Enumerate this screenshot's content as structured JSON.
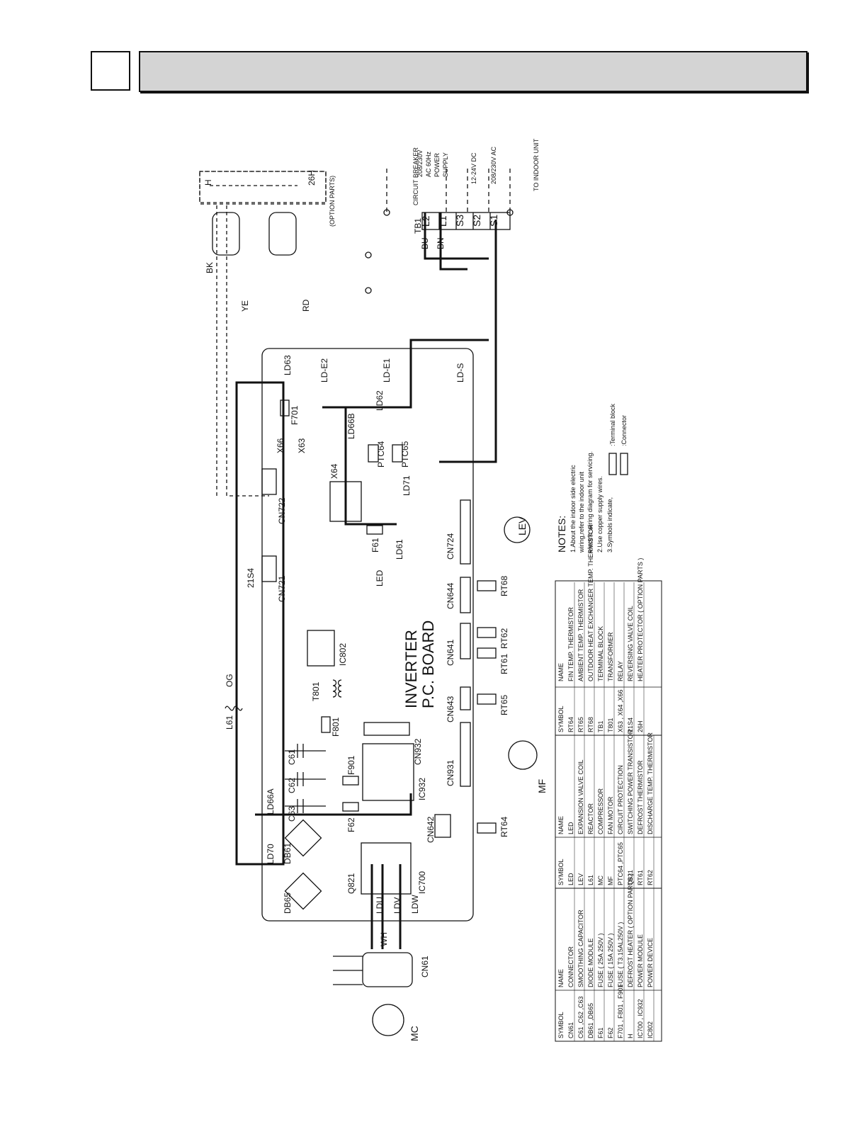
{
  "header": {
    "title": ""
  },
  "board": {
    "line1": "INVERTER",
    "line2": "P.C. BOARD"
  },
  "power": {
    "tb1": "TB1",
    "breaker": "CIRCUIT BREAKER",
    "supply_1": "208/230V",
    "supply_2": "AC 60Hz",
    "supply_3": "POWER",
    "supply_4": "SUPPLY",
    "to_indoor": "TO INDOOR UNIT",
    "dc": "12-24V DC",
    "ac": "208/230V AC",
    "terminals": [
      "L2",
      "L1",
      "S3",
      "S2",
      "S1"
    ]
  },
  "option_parts": "(OPTION PARTS)",
  "labels": {
    "ld63": "LD63",
    "ld62": "LD62",
    "ld66b": "LD66B",
    "ld71": "LD71",
    "ld61": "LD61",
    "lde2": "LD-E2",
    "lde1": "LD-E1",
    "lds": "LD-S",
    "ld66a": "LD66A",
    "ld70": "LD70",
    "ldu": "LDU",
    "ldv": "LDV",
    "ldw": "LDW",
    "f701": "F701",
    "f61": "F61",
    "f62": "F62",
    "f801": "F801",
    "f901": "F901",
    "x66": "X66",
    "x63": "X63",
    "x64": "X64",
    "ptc64": "PTC64",
    "ptc65": "PTC65",
    "cn722": "CN722",
    "cn721": "CN721",
    "cn724": "CN724",
    "cn644": "CN644",
    "cn641": "CN641",
    "cn643": "CN643",
    "cn931": "CN931",
    "cn932": "CN932",
    "cn642": "CN642",
    "cn61": "CN61",
    "s21s4": "21S4",
    "led": "LED",
    "lev": "LEV",
    "ic802": "IC802",
    "t801": "T801",
    "ic932": "IC932",
    "ic700": "IC700",
    "c61": "C61",
    "c62": "C62",
    "c63": "C63",
    "db61": "DB61",
    "db65": "DB65",
    "q821": "Q821",
    "rt68": "RT68",
    "rt62": "RT62",
    "rt61": "RT61",
    "rt65": "RT65",
    "rt64": "RT64",
    "l61": "L61",
    "mf": "MF",
    "mc": "MC",
    "h": "H",
    "h26": "26H",
    "bk": "BK",
    "bu": "BU",
    "bn": "BN",
    "ye": "YE",
    "rd": "RD",
    "og": "OG",
    "wh": "WH"
  },
  "notes": {
    "title": "NOTES:",
    "n1a": "1.About the indoor side electric",
    "n1b": "wiring,refer to the indoor unit",
    "n1c": "electric wiring diagram for servicing.",
    "n2": "2.Use copper supply wires.",
    "n3": "3.Symbols indicate,",
    "tb": ":Terminal block",
    "cn": ":Connector"
  },
  "table": {
    "headers": [
      "SYMBOL",
      "NAME",
      "SYMBOL",
      "NAME",
      "SYMBOL",
      "NAME"
    ],
    "col1": [
      [
        "CN61",
        "CONNECTOR"
      ],
      [
        "C61 ,C62 ,C63",
        "SMOOTHING CAPACITOR"
      ],
      [
        "DB61 ,DB65",
        "DIODE MODULE"
      ],
      [
        "F61",
        "FUSE ( 25A 250V )"
      ],
      [
        "F62",
        "FUSE ( 15A 250V )"
      ],
      [
        "F701 , F801 , F901",
        "FUSE ( T3.15AL250V )"
      ],
      [
        "H",
        "DEFROST HEATER ( OPTION PARTS )"
      ],
      [
        "IC700 , IC932",
        "POWER MODULE"
      ],
      [
        "IC802",
        "POWER DEVICE"
      ]
    ],
    "col2": [
      [
        "LED",
        "LED"
      ],
      [
        "LEV",
        "EXPANSION VALVE COIL"
      ],
      [
        "L61",
        "REACTOR"
      ],
      [
        "MC",
        "COMPRESSOR"
      ],
      [
        "MF",
        "FAN MOTOR"
      ],
      [
        "PTC64 ,PTC65",
        "CIRCUIT PROTECTION"
      ],
      [
        "Q821",
        "SWITCHING POWER TRANSISTOR"
      ],
      [
        "RT61",
        "DEFROST THERMISTOR"
      ],
      [
        "RT62",
        "DISCHARGE TEMP. THERMISTOR"
      ]
    ],
    "col3": [
      [
        "RT64",
        "FIN TEMP. THERMISTOR"
      ],
      [
        "RT65",
        "AMBIENT TEMP. THERMISTOR"
      ],
      [
        "RT68",
        "OUTDOOR HEAT EXCHANGER TEMP. THERMISTOR"
      ],
      [
        "TB1",
        "TERMINAL BLOCK"
      ],
      [
        "T801",
        "TRANSFORMER"
      ],
      [
        "X63 , X64 ,X66",
        "RELAY"
      ],
      [
        "21S4",
        "REVERSING VALVE COIL"
      ],
      [
        "26H",
        "HEATER PROTECTOR ( OPTION PARTS )"
      ]
    ]
  }
}
